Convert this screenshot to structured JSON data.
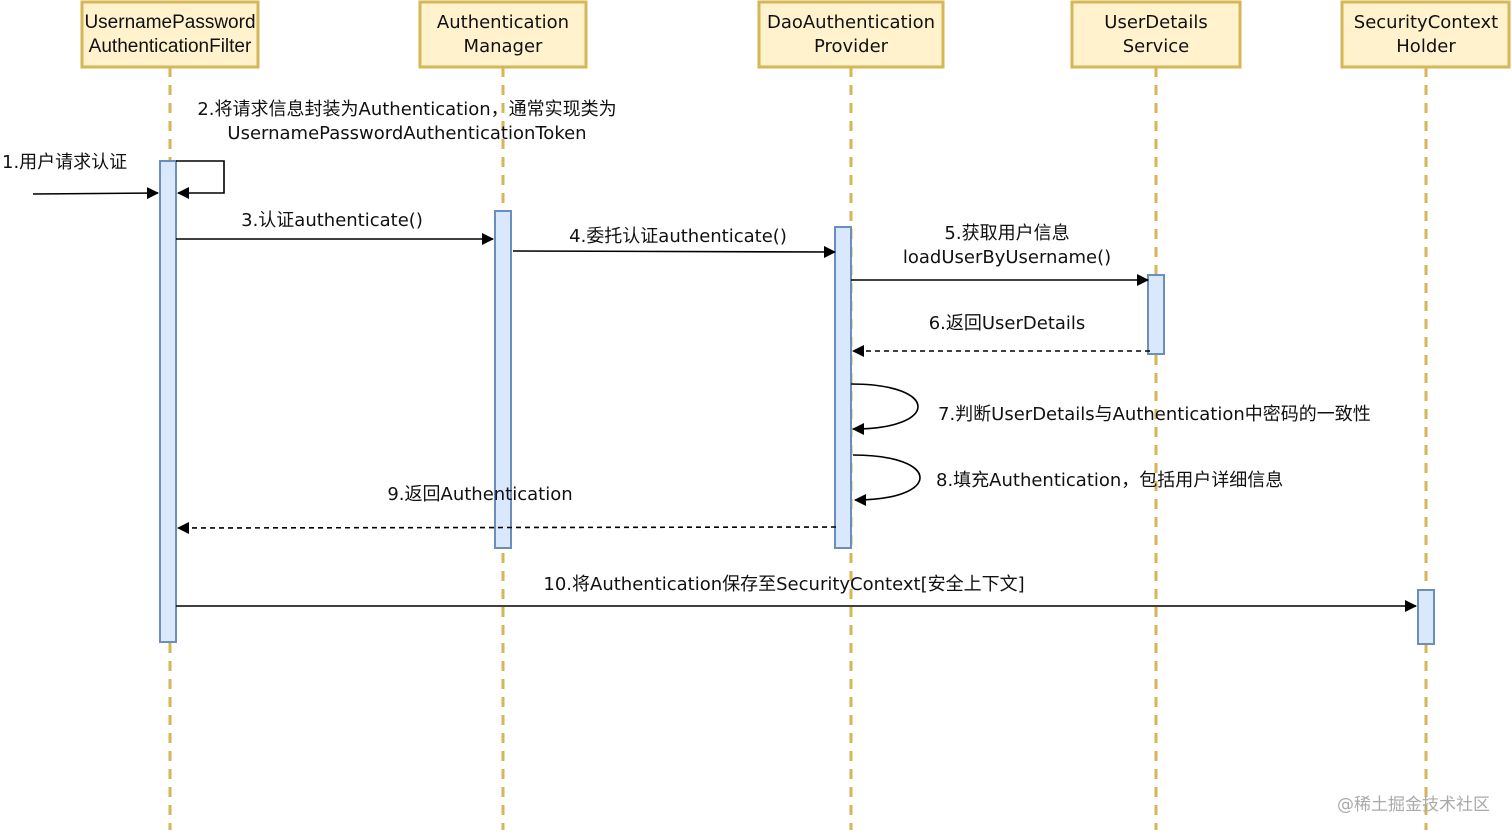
{
  "participants": [
    {
      "line1": "UsernamePassword",
      "line2": "AuthenticationFilter"
    },
    {
      "line1": "Authentication",
      "line2": "Manager"
    },
    {
      "line1": "DaoAuthentication",
      "line2": "Provider"
    },
    {
      "line1": "UserDetails",
      "line2": "Service"
    },
    {
      "line1": "SecurityContext",
      "line2": "Holder"
    }
  ],
  "messages": {
    "m1": "1.用户请求认证",
    "m2_line1": "2.将请求信息封装为Authentication，通常实现类为",
    "m2_line2": "UsernamePasswordAuthenticationToken",
    "m3": "3.认证authenticate()",
    "m4": "4.委托认证authenticate()",
    "m5_line1": "5.获取用户信息",
    "m5_line2": "loadUserByUsername()",
    "m6": "6.返回UserDetails",
    "m7": "7.判断UserDetails与Authentication中密码的一致性",
    "m8": "8.填充Authentication，包括用户详细信息",
    "m9": "9.返回Authentication",
    "m10": "10.将Authentication保存至SecurityContext[安全上下文]"
  },
  "colors": {
    "participant_fill": "#fff2cc",
    "participant_stroke": "#d6b656",
    "activation_fill": "#dae8fc",
    "activation_stroke": "#6c8ebf"
  },
  "watermark": "@稀土掘金技术社区"
}
